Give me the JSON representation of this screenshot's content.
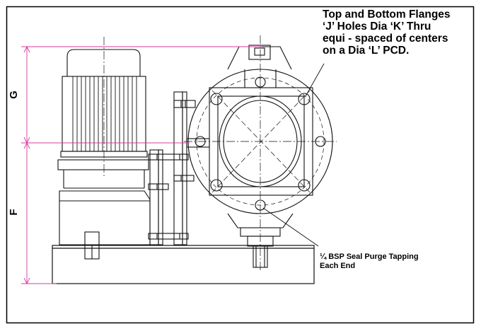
{
  "notes": {
    "flanges": [
      "Top and Bottom Flanges",
      "‘J’ Holes Dia ‘K’ Thru",
      "equi - spaced of centers",
      "on a Dia ‘L’ PCD."
    ],
    "seal_purge": [
      "¼  BSP Seal Purge Tapping",
      "Each End"
    ]
  },
  "dimensions": {
    "upper": "G",
    "lower": "F"
  },
  "colors": {
    "dimension_line": "#d63c9b",
    "drawing_line": "#111111",
    "frame": "#000000"
  }
}
